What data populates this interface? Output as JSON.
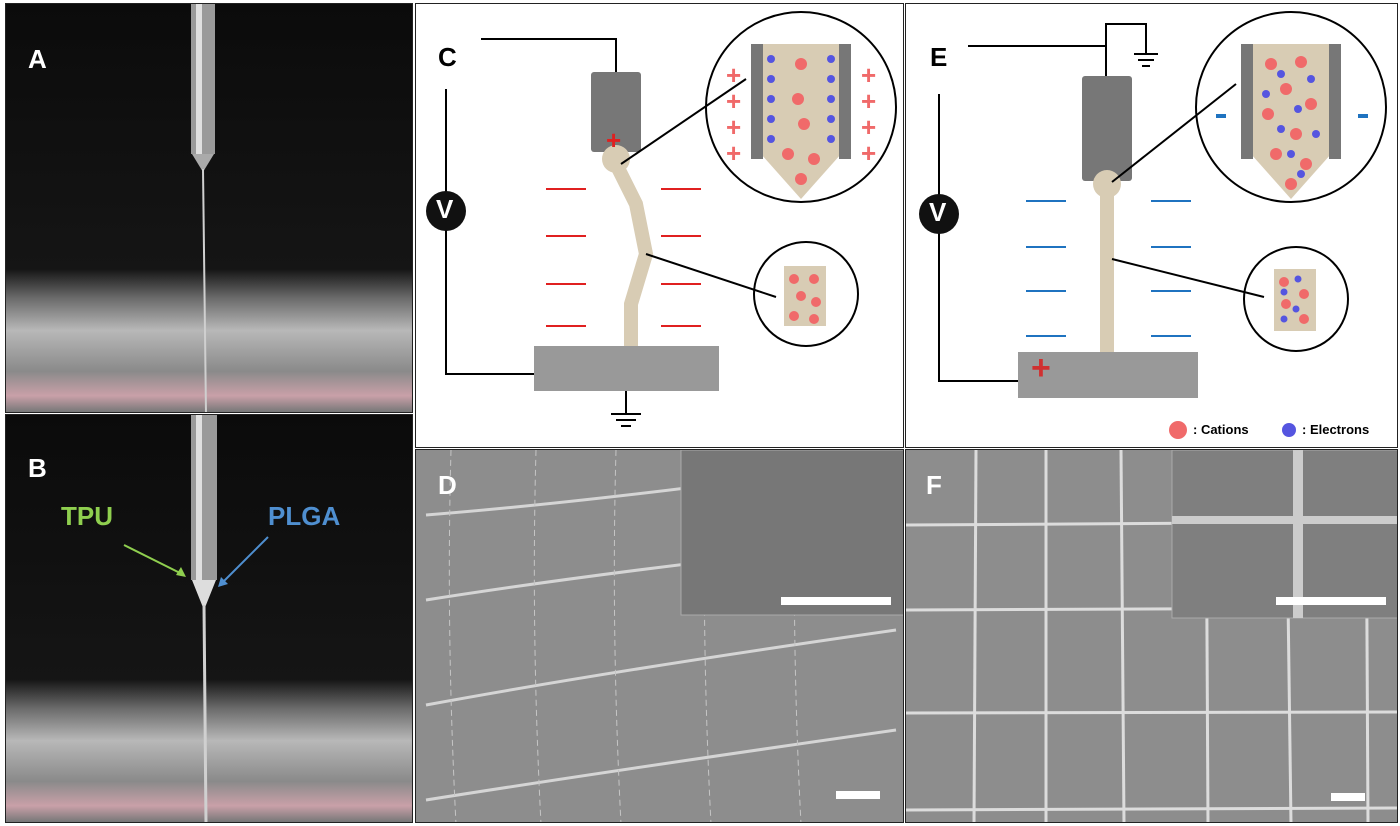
{
  "panels": {
    "a": "A",
    "b": "B",
    "c": "C",
    "d": "D",
    "e": "E",
    "f": "F"
  },
  "annotations": {
    "tpu": "TPU",
    "plga": "PLGA",
    "voltage": "V",
    "plus": "+",
    "minus": "-"
  },
  "legend": {
    "cations": ": Cations",
    "electrons": ": Electrons"
  },
  "colors": {
    "cation": "#f06a6a",
    "electron": "#5555e0",
    "red_arrow": "#e02020",
    "blue_arrow": "#1f73c0",
    "fluid": "#d8ccb4",
    "tpu": "#8fcf4f",
    "plga": "#4f8fd0"
  }
}
